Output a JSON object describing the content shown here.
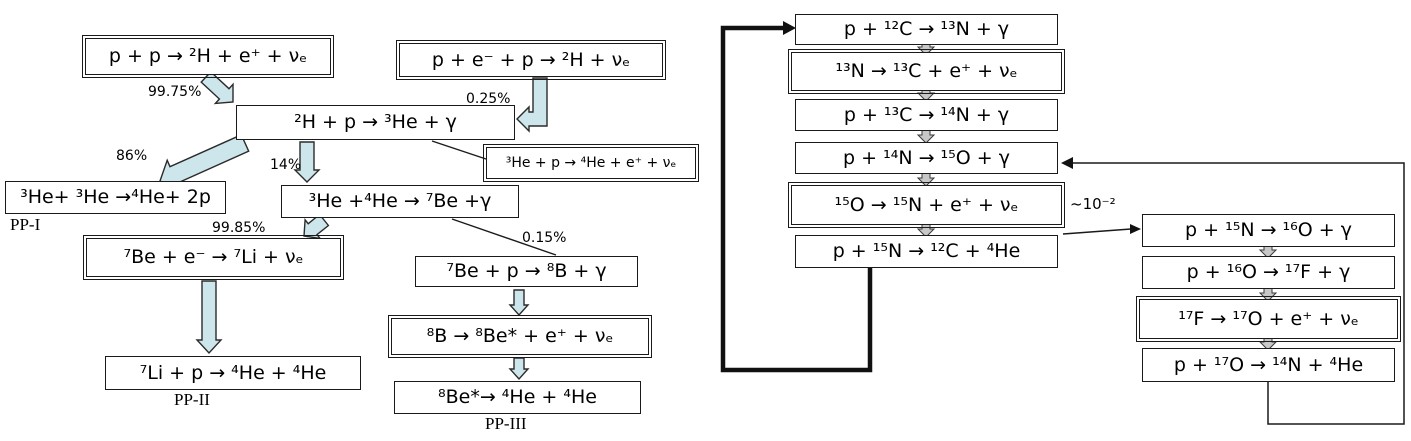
{
  "pp_chain": {
    "reactions": [
      "p + p → ²H + e⁺ + νₑ",
      "p + e⁻ + p → ²H + νₑ",
      "²H + p → ³He + γ",
      "³He + p → ⁴He + e⁺ + νₑ",
      "³He+ ³He →⁴He+ 2p",
      "³He +⁴He → ⁷Be +γ",
      "⁷Be + e⁻ → ⁷Li + νₑ",
      "⁷Be + p → ⁸B + γ",
      "⁷Li + p → ⁴He + ⁴He",
      "⁸B → ⁸Be* + e⁺ + νₑ",
      "⁸Be*→ ⁴He + ⁴He"
    ],
    "percent_pp": "99.75%",
    "percent_pep": "0.25%",
    "percent_86": "86%",
    "percent_14": "14%",
    "percent_9985": "99.85%",
    "percent_015": "0.15%",
    "label_pp1": "PP-I",
    "label_pp2": "PP-II",
    "label_pp3": "PP-III"
  },
  "cno_cycle": {
    "cycle1": [
      "p + ¹²C → ¹³N + γ",
      "¹³N → ¹³C + e⁺ + νₑ",
      "p + ¹³C → ¹⁴N + γ",
      "p + ¹⁴N → ¹⁵O + γ",
      "¹⁵O → ¹⁵N + e⁺ + νₑ",
      "p + ¹⁵N → ¹²C + ⁴He"
    ],
    "cycle2": [
      "p + ¹⁵N → ¹⁶O + γ",
      "p + ¹⁶O → ¹⁷F + γ",
      "¹⁷F → ¹⁷O + e⁺ + νₑ",
      "p + ¹⁷O → ¹⁴N + ⁴He"
    ],
    "branch_probability": "~10⁻²"
  },
  "colors": {
    "pp_arrow_fill": "#cde6ec",
    "cno_arrow_fill": "#c8c8c8",
    "box_border": "#1a1a1a"
  }
}
